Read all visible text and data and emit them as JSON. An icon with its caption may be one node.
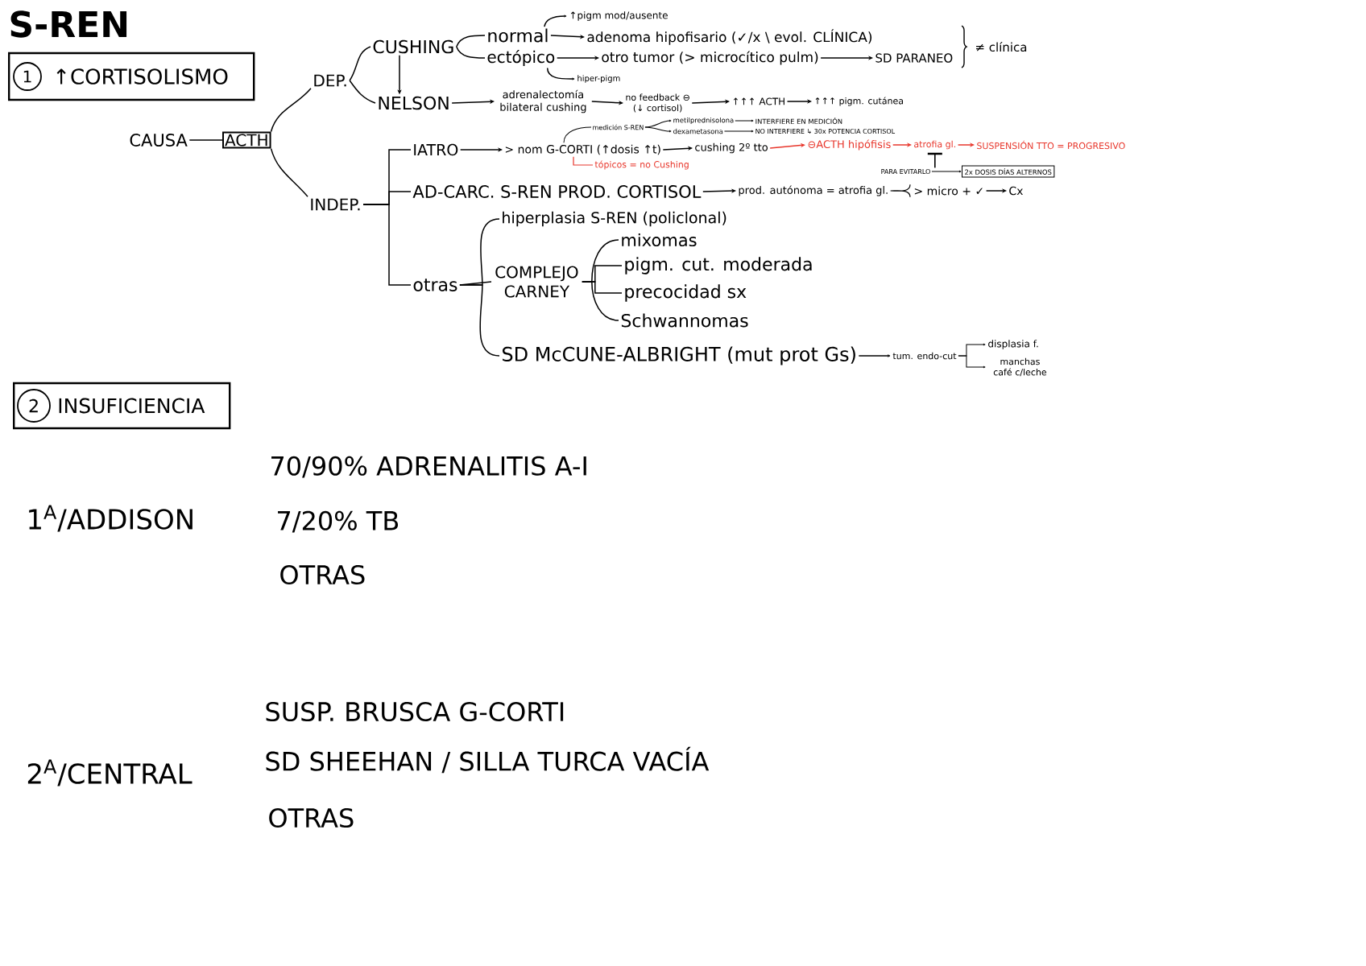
{
  "diagram": {
    "title": "S-REN",
    "nodes": [
      {
        "text": [
          "↑CORTISOLISMO"
        ]
      },
      {
        "text": [
          "1"
        ],
        "in": 0
      },
      {
        "text": [
          "CAUSA"
        ]
      },
      {
        "text": [
          "ACTH"
        ]
      },
      {
        "text": [
          "DEP."
        ]
      },
      {
        "text": [
          "INDEP."
        ]
      },
      {
        "text": [
          "CUSHING"
        ]
      },
      {
        "text": [
          "NELSON"
        ]
      },
      {
        "text": [
          "↑pigm mod/ausente"
        ]
      },
      {
        "text": [
          "normal"
        ]
      },
      {
        "text": [
          "ectópico"
        ]
      },
      {
        "text": [
          "adenoma hipofisario (✓/x \\ evol. CLÍNICA)"
        ]
      },
      {
        "text": [
          "otro tumor (> microcítico pulm)"
        ]
      },
      {
        "text": [
          "SD PARANEO"
        ]
      },
      {
        "text": [
          "hiper-pigm"
        ]
      },
      {
        "text": [
          "adrenalectomía bilateral cushing"
        ]
      },
      {
        "text": [
          "no feedback ⊖",
          "(↓ cortisol)"
        ]
      },
      {
        "text": [
          "↑↑↑ ACTH"
        ]
      },
      {
        "text": [
          "↑↑↑ pigm. cutánea"
        ]
      },
      {
        "text": [
          "IATRO"
        ]
      },
      {
        "text": [
          "medición S-REN"
        ]
      },
      {
        "text": [
          "metilprednisolona"
        ]
      },
      {
        "text": [
          "dexametasona"
        ]
      },
      {
        "text": [
          "INTERFIERE EN MEDICIÓN"
        ]
      },
      {
        "text": [
          "NO INTERFIERE ↳ 30x POTENCIA CORTISOL"
        ]
      },
      {
        "text": [
          "> nom G-CORTI (↑dosis ↑t)"
        ]
      },
      {
        "text": [
          "tópicos = no Cushing"
        ]
      },
      {
        "text": [
          "cushing 2º tto"
        ]
      },
      {
        "text": [
          "⊖ACTH hipófisis"
        ]
      },
      {
        "text": [
          "atrofia gl."
        ]
      },
      {
        "text": [
          "SUSPENSIÓN TTO = PROGRESIVO"
        ]
      },
      {
        "text": [
          "PARA EVITARLO"
        ]
      },
      {
        "text": [
          "2x DOSIS DÍAS ALTERNOS"
        ]
      },
      {
        "text": [
          "AD-CARC. S-REN PROD. CORTISOL"
        ]
      },
      {
        "text": [
          "prod. autónoma = atrofia gl."
        ]
      },
      {
        "text": [
          "> micro + ✓"
        ]
      },
      {
        "text": [
          "Cx"
        ]
      },
      {
        "text": [
          "otras"
        ]
      },
      {
        "text": [
          "hiperplasia S-REN (policlonal)"
        ]
      },
      {
        "text": [
          "COMPLEJO CARNEY"
        ]
      },
      {
        "text": [
          "mixomas"
        ]
      },
      {
        "text": [
          "pigm. cut. moderada"
        ]
      },
      {
        "text": [
          "precocidad sx"
        ]
      },
      {
        "text": [
          "Schwannomas"
        ]
      },
      {
        "text": [
          "SD McCUNE-ALBRIGHT (mut prot Gs)"
        ]
      },
      {
        "text": [
          "tum. endo-cut"
        ]
      },
      {
        "text": [
          "displasia f."
        ]
      },
      {
        "text": [
          "manchas café c/leche"
        ]
      },
      {
        "text": [
          "INSUFICIENCIA"
        ]
      },
      {
        "text": [
          "2"
        ],
        "in": 48
      }
    ],
    "edges": [
      {
        "from": 2,
        "to": 3,
        "arrow": "none"
      },
      {
        "from": 3,
        "to": 4,
        "arrow": "none"
      },
      {
        "from": 3,
        "to": 5,
        "arrow": "none"
      },
      {
        "from": 4,
        "to": 6,
        "arrow": "none"
      },
      {
        "from": 4,
        "to": 7,
        "arrow": "none"
      },
      {
        "from": 6,
        "to": 7,
        "arrow": "to"
      },
      {
        "from": 6,
        "to": 9,
        "arrow": "none"
      },
      {
        "from": 6,
        "to": 10,
        "arrow": "none"
      },
      {
        "from": 9,
        "to": 8,
        "arrow": "to"
      },
      {
        "from": 9,
        "to": 11,
        "arrow": "to"
      },
      {
        "from": 10,
        "to": 12,
        "arrow": "to"
      },
      {
        "from": 12,
        "to": 13,
        "arrow": "to"
      },
      {
        "from": 10,
        "to": 14,
        "arrow": "to"
      },
      {
        "from": 7,
        "to": 15,
        "arrow": "to"
      },
      {
        "from": 15,
        "to": 16,
        "arrow": "to"
      },
      {
        "from": 16,
        "to": 17,
        "arrow": "to"
      },
      {
        "from": 17,
        "to": 18,
        "arrow": "to"
      },
      {
        "from": 5,
        "to": 19,
        "arrow": "none"
      },
      {
        "from": 5,
        "to": 33,
        "arrow": "none"
      },
      {
        "from": 5,
        "to": 37,
        "arrow": "none"
      },
      {
        "from": 19,
        "to": 25,
        "arrow": "to"
      },
      {
        "from": 25,
        "to": 20,
        "arrow": "none"
      },
      {
        "from": 20,
        "to": 21,
        "arrow": "to"
      },
      {
        "from": 20,
        "to": 22,
        "arrow": "to"
      },
      {
        "from": 21,
        "to": 23,
        "arrow": "to"
      },
      {
        "from": 22,
        "to": 24,
        "arrow": "to"
      },
      {
        "from": 25,
        "to": 26,
        "arrow": "none",
        "color": "#e8372c"
      },
      {
        "from": 25,
        "to": 27,
        "arrow": "to"
      },
      {
        "from": 27,
        "to": 28,
        "arrow": "to",
        "color": "#e8372c"
      },
      {
        "from": 28,
        "to": 29,
        "arrow": "to",
        "color": "#e8372c"
      },
      {
        "from": 29,
        "to": 30,
        "arrow": "to",
        "color": "#e8372c"
      },
      {
        "from": 31,
        "to": 29,
        "arrow": "other"
      },
      {
        "from": 31,
        "to": 32,
        "arrow": "to"
      },
      {
        "from": 33,
        "to": 34,
        "arrow": "to"
      },
      {
        "from": 34,
        "to": 35,
        "arrow": "none"
      },
      {
        "from": 35,
        "to": 36,
        "arrow": "to"
      },
      {
        "from": 37,
        "to": 38,
        "arrow": "none"
      },
      {
        "from": 37,
        "to": 39,
        "arrow": "none"
      },
      {
        "from": 37,
        "to": 44,
        "arrow": "none"
      },
      {
        "from": 39,
        "to": 40,
        "arrow": "none"
      },
      {
        "from": 39,
        "to": 41,
        "arrow": "none"
      },
      {
        "from": 39,
        "to": 42,
        "arrow": "none"
      },
      {
        "from": 39,
        "to": 43,
        "arrow": "none"
      },
      {
        "from": 44,
        "to": 45,
        "arrow": "to"
      },
      {
        "from": 45,
        "to": 46,
        "arrow": "to"
      },
      {
        "from": 45,
        "to": 47,
        "arrow": "to"
      }
    ],
    "labels": [
      "≠ clínica",
      "1$^{A}$/ADDISON",
      "70/90% ADRENALITIS A-I",
      "7/20% TB",
      "OTRAS",
      "2$^{A}$/CENTRAL",
      "SUSP. BRUSCA G-CORTI",
      "SD SHEEHAN / SILLA TURCA VACÍA",
      "OTRAS"
    ]
  }
}
